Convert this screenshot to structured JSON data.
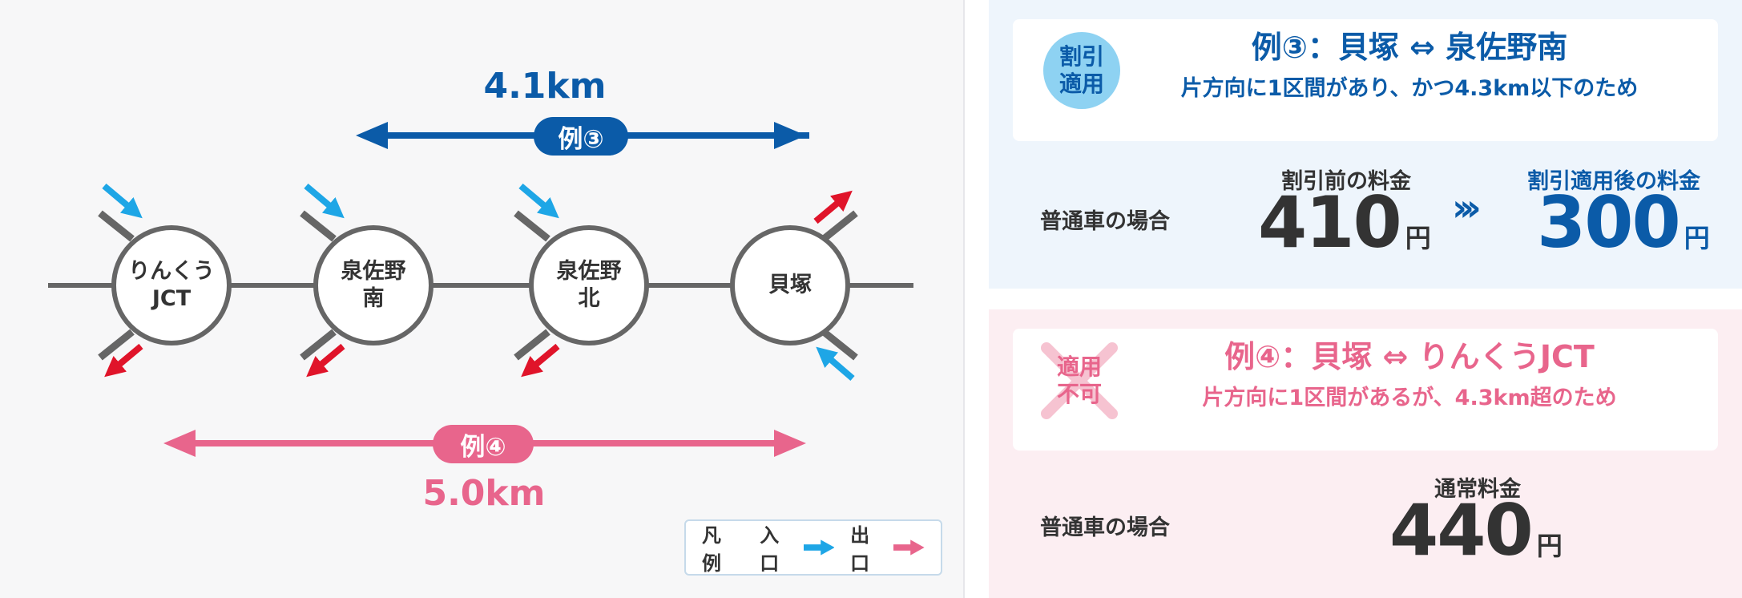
{
  "diagram": {
    "stations": [
      {
        "name": "りんくう\nJCT"
      },
      {
        "name": "泉佐野\n南"
      },
      {
        "name": "泉佐野\n北"
      },
      {
        "name": "貝塚"
      }
    ],
    "example3": {
      "distance": "4.1km",
      "label": "例③",
      "color": "#0b5ba8"
    },
    "example4": {
      "distance": "5.0km",
      "label": "例④",
      "color": "#e8658c"
    },
    "legend": {
      "title": "凡例",
      "entrance": "入口",
      "exit": "出口"
    },
    "colors": {
      "entrance_arrow": "#1ea6e6",
      "exit_arrow": "#e0142a",
      "line": "#666666"
    }
  },
  "case_discount": {
    "badge": "割引\n適用",
    "title": "例③：貝塚 ⇔ 泉佐野南",
    "subtitle": "片方向に1区間があり、かつ4.3km以下のため",
    "vehicle": "普通車の場合",
    "before_label": "割引前の料金",
    "before_price": "410",
    "after_label": "割引適用後の料金",
    "after_price": "300",
    "arrow": "›››",
    "yen": "円"
  },
  "case_no_discount": {
    "badge": "適用\n不可",
    "title": "例④：貝塚 ⇔ りんくうJCT",
    "subtitle": "片方向に1区間があるが、4.3km超のため",
    "vehicle": "普通車の場合",
    "price_label": "通常料金",
    "price": "440",
    "yen": "円"
  }
}
